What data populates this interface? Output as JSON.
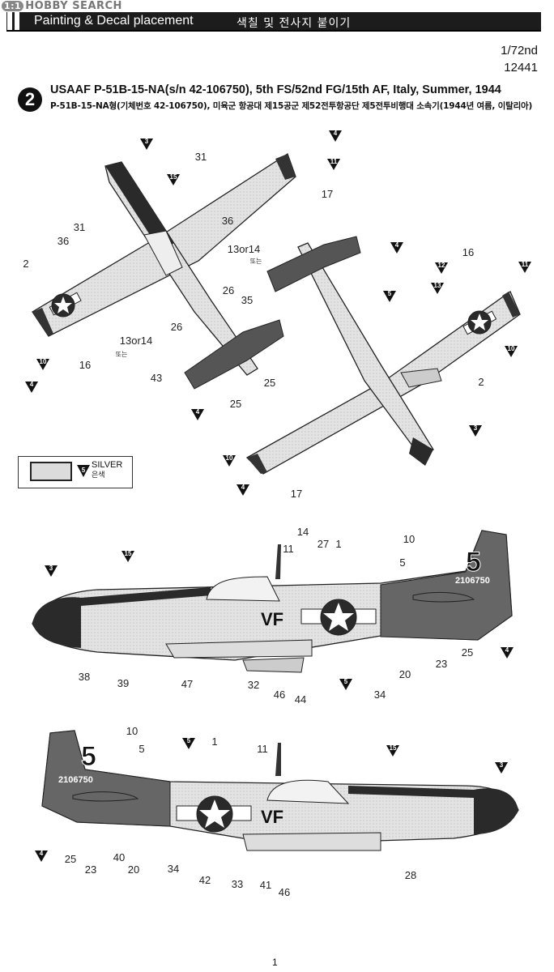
{
  "watermark": {
    "badge": "1:1",
    "text": "HOBBY SEARCH"
  },
  "header": {
    "title": "Painting & Decal placement",
    "korean": "색칠 및 전사지 붙이기"
  },
  "scale": {
    "ratio": "1/72nd",
    "kit_number": "12441"
  },
  "step": {
    "number": "2",
    "title": "USAAF P-51B-15-NA(s/n 42-106750), 5th FS/52nd FG/15th AF, Italy, Summer, 1944",
    "subtitle": "P-51B-15-NA형(기체번호 42-106750), 미육군 항공대 제15공군 제52전투항공단 제5전투비행대 소속기(1944년 여름, 이탈리아)"
  },
  "legend": {
    "marker": "5",
    "label": "SILVER",
    "label_korean": "은색"
  },
  "plane_markings": {
    "code": "VF",
    "tail_number": "5",
    "serial": "2106750"
  },
  "callouts": {
    "top_view": [
      "31",
      "36",
      "31",
      "36",
      "2",
      "16",
      "26",
      "26",
      "13or14",
      "13or14",
      "35",
      "43",
      "25",
      "25",
      "17"
    ],
    "top_view_korean": "또는",
    "bottom_view": [
      "16",
      "2",
      "17"
    ],
    "side_right": [
      "14",
      "27",
      "1",
      "11",
      "10",
      "5",
      "38",
      "39",
      "47",
      "32",
      "46",
      "44",
      "34",
      "20",
      "23",
      "25"
    ],
    "side_left": [
      "10",
      "5",
      "1",
      "11",
      "25",
      "23",
      "40",
      "20",
      "34",
      "42",
      "33",
      "41",
      "46",
      "28"
    ]
  },
  "paint_markers": {
    "top_view": [
      "3",
      "15",
      "4",
      "11",
      "4",
      "10",
      "4"
    ],
    "bottom_view": [
      "4",
      "5",
      "12",
      "13",
      "11",
      "10",
      "3",
      "10",
      "4"
    ],
    "side_right": [
      "3",
      "15",
      "5",
      "4"
    ],
    "side_left": [
      "5",
      "15",
      "3",
      "4"
    ]
  },
  "page_number": "1"
}
